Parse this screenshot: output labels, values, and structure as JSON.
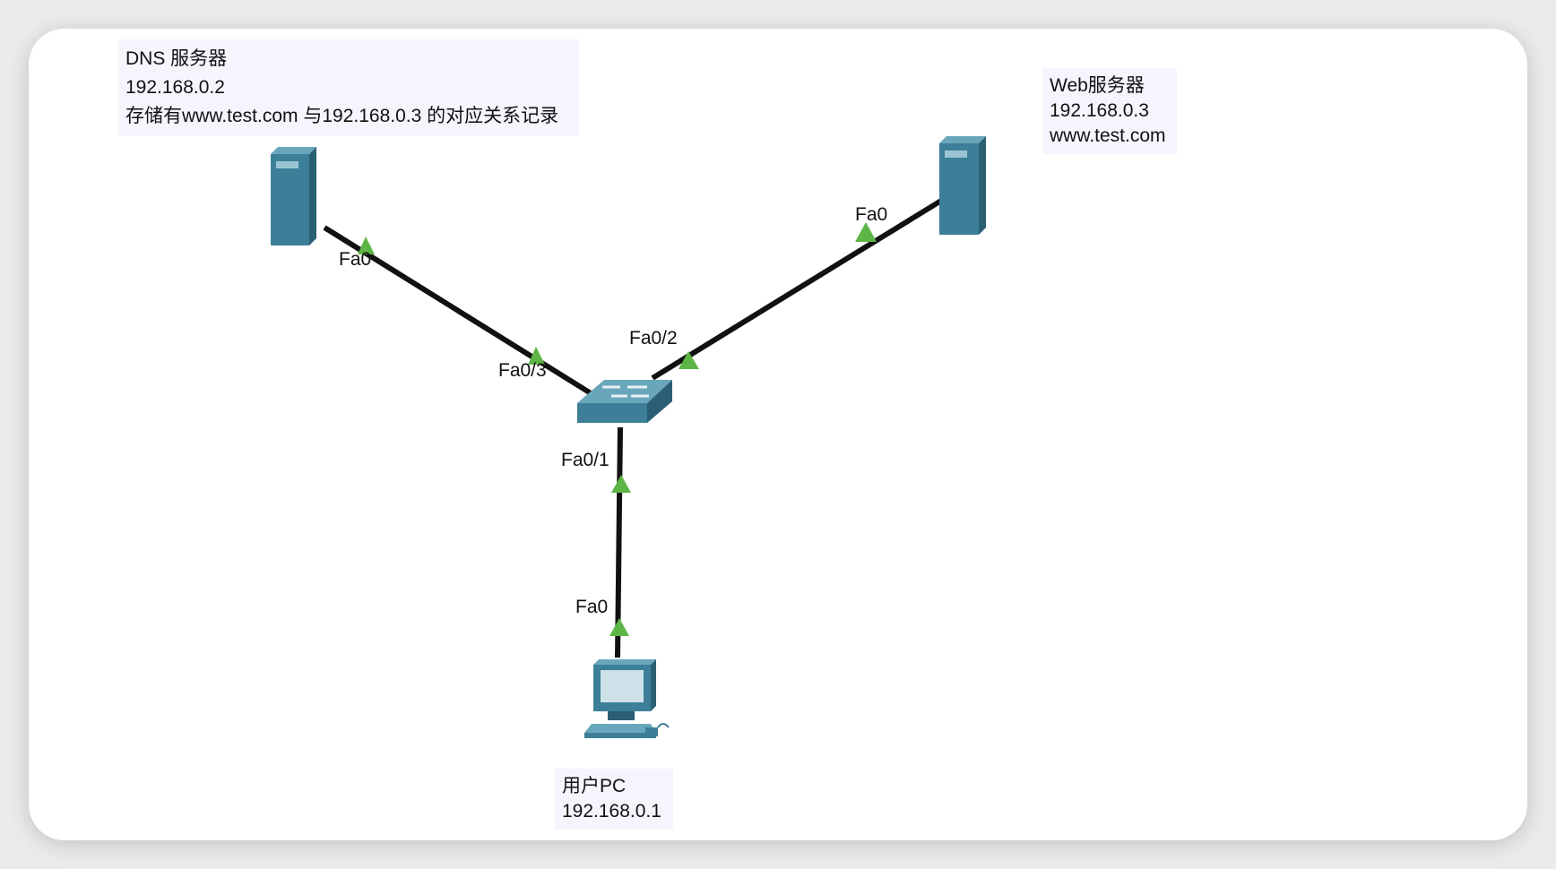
{
  "dns_server": {
    "name": "DNS 服务器",
    "ip": "192.168.0.2",
    "note": "存储有www.test.com 与192.168.0.3 的对应关系记录",
    "port": "Fa0"
  },
  "web_server": {
    "name": "Web服务器",
    "ip": "192.168.0.3",
    "domain": "www.test.com",
    "port": "Fa0"
  },
  "user_pc": {
    "name": "用户PC",
    "ip": "192.168.0.1",
    "port": "Fa0"
  },
  "switch": {
    "port_dns": "Fa0/3",
    "port_web": "Fa0/2",
    "port_pc": "Fa0/1"
  },
  "colors": {
    "device": "#3d7f98",
    "device_dark": "#2a5f74",
    "device_light": "#6aa6bb",
    "link": "#111111",
    "port_marker": "#5cb544",
    "label_bg": "#f4f5fd"
  }
}
